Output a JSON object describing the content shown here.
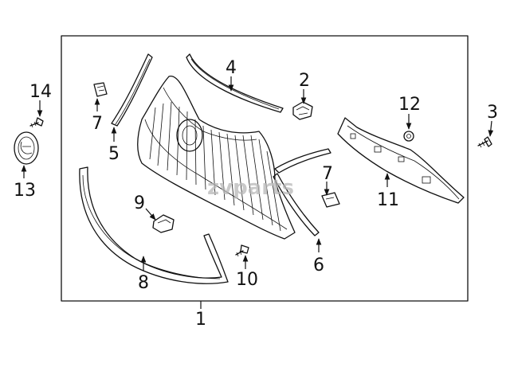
{
  "watermark": "zvparts",
  "callouts": [
    "1",
    "2",
    "3",
    "4",
    "5",
    "6",
    "7",
    "7",
    "8",
    "9",
    "10",
    "11",
    "12",
    "13",
    "14"
  ],
  "colors": {
    "line": "#111111",
    "watermark": "#b8b8b8",
    "background": "#ffffff"
  }
}
